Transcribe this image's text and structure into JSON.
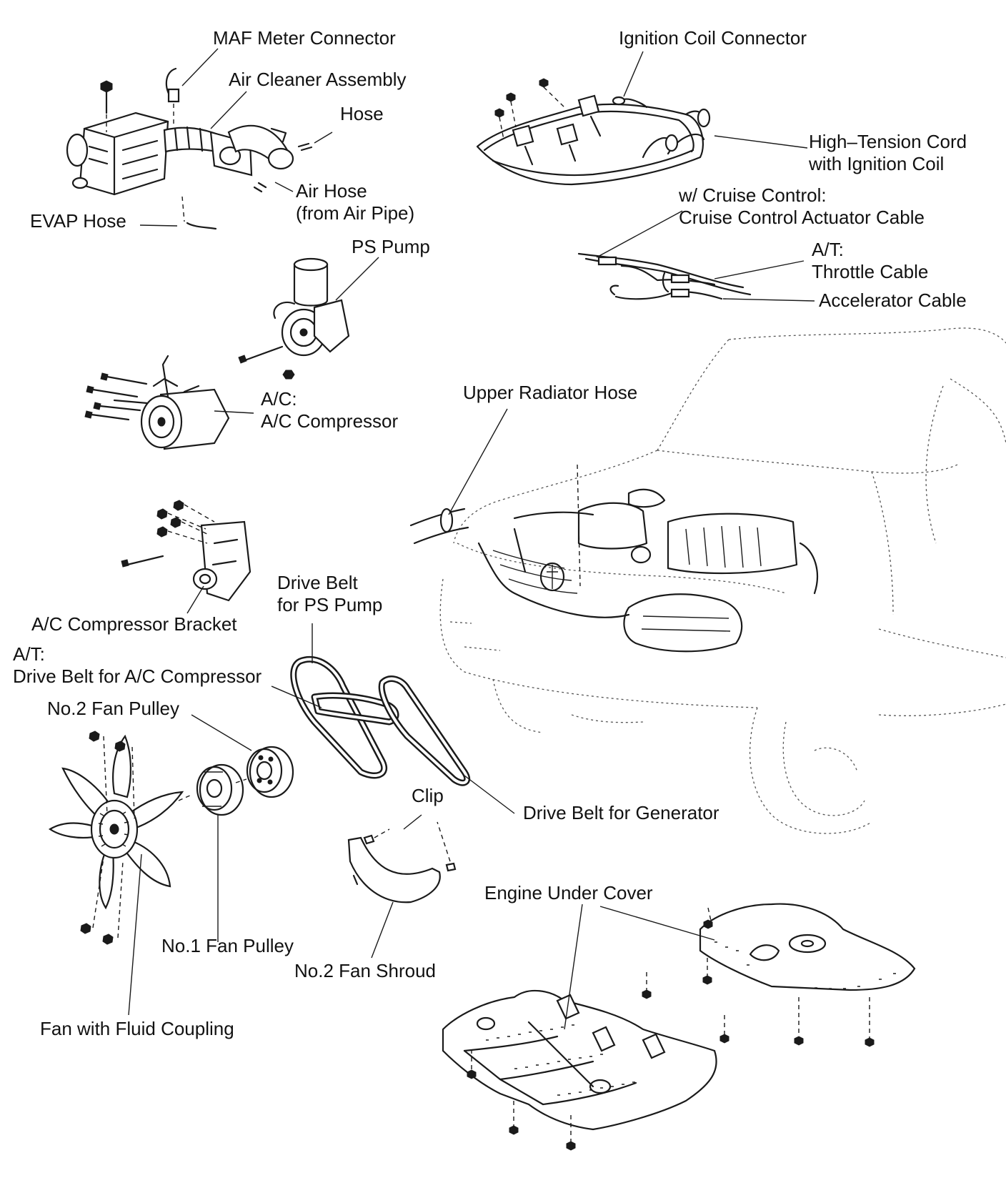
{
  "labels": {
    "maf_meter_connector": "MAF Meter Connector",
    "air_cleaner_assembly": "Air Cleaner Assembly",
    "hose": "Hose",
    "air_hose_line1": "Air Hose",
    "air_hose_line2": "(from Air Pipe)",
    "evap_hose": "EVAP Hose",
    "ps_pump": "PS Pump",
    "ac_compressor_line1": "A/C:",
    "ac_compressor_line2": "A/C Compressor",
    "ignition_coil_connector": "Ignition Coil Connector",
    "high_tension_cord_line1": "High–Tension Cord",
    "high_tension_cord_line2": "with Ignition Coil",
    "cruise_control_line1": "w/ Cruise Control:",
    "cruise_control_line2": "Cruise Control Actuator Cable",
    "throttle_cable_line1": "A/T:",
    "throttle_cable_line2": "Throttle Cable",
    "accelerator_cable": "Accelerator Cable",
    "upper_radiator_hose": "Upper Radiator Hose",
    "ac_compressor_bracket": "A/C Compressor Bracket",
    "drive_belt_ps_line1": "Drive Belt",
    "drive_belt_ps_line2": "for PS Pump",
    "drive_belt_ac_line1": "A/T:",
    "drive_belt_ac_line2": "Drive Belt for A/C Compressor",
    "no2_fan_pulley": "No.2 Fan Pulley",
    "clip": "Clip",
    "drive_belt_generator": "Drive Belt for Generator",
    "engine_under_cover": "Engine Under Cover",
    "no1_fan_pulley": "No.1 Fan Pulley",
    "no2_fan_shroud": "No.2 Fan Shroud",
    "fan_with_fluid_coupling": "Fan with Fluid Coupling"
  },
  "colors": {
    "ink": "#111111",
    "background": "#ffffff"
  }
}
